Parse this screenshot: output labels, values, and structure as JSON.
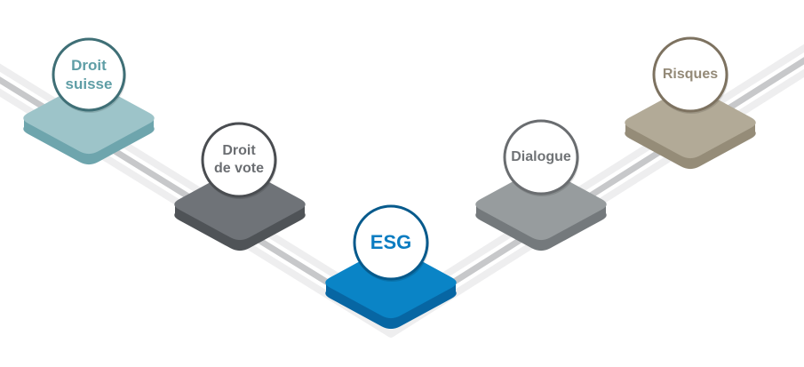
{
  "nodes": [
    {
      "id": "droit-suisse",
      "label": "Droit\nsuisse",
      "text_color": "#5f9ea6",
      "ring_color": "#3f6f76",
      "tile_top": "#9dc4c9",
      "tile_side": "#6ea5ad"
    },
    {
      "id": "droit-de-vote",
      "label": "Droit\nde vote",
      "text_color": "#6b6e72",
      "ring_color": "#4a4d51",
      "tile_top": "#6f7378",
      "tile_side": "#4f5357"
    },
    {
      "id": "esg",
      "label": "ESG",
      "text_color": "#0a7cc1",
      "ring_color": "#075a8c",
      "tile_top": "#0a84c6",
      "tile_side": "#0766a3"
    },
    {
      "id": "dialogue",
      "label": "Dialogue",
      "text_color": "#707376",
      "ring_color": "#6a6d70",
      "tile_top": "#979c9e",
      "tile_side": "#74797c"
    },
    {
      "id": "risques",
      "label": "Risques",
      "text_color": "#948a78",
      "ring_color": "#7d7260",
      "tile_top": "#b2aa97",
      "tile_side": "#958c78"
    }
  ],
  "path_colors": {
    "light": "#eeeeef",
    "dark": "#c7c8ca"
  }
}
